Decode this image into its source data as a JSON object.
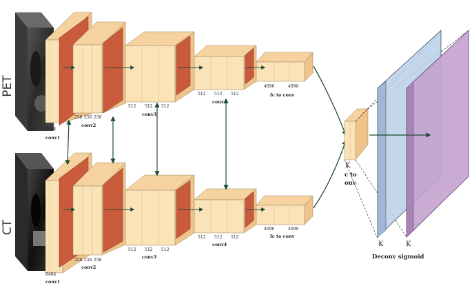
{
  "rows": {
    "pet_label": "PET",
    "ct_label": "CT"
  },
  "pet": {
    "conv1_channels": "6464",
    "conv1": "conv1",
    "conv2_channels": [
      "256",
      "256",
      "256"
    ],
    "conv2": "conv2",
    "conv3_channels": [
      "512",
      "512",
      "512"
    ],
    "conv3": "conv3",
    "conv4_channels": [
      "512",
      "512",
      "512"
    ],
    "conv4": "conv4",
    "fc_channels": [
      "4096",
      "4096"
    ],
    "fc": "fc to conv"
  },
  "ct": {
    "conv1_channels": "6464",
    "conv1": "conv1",
    "conv2_channels": [
      "256",
      "256",
      "256"
    ],
    "conv2": "conv2",
    "conv3_channels": [
      "512",
      "512",
      "512"
    ],
    "conv3": "conv3",
    "conv4_channels": [
      "512",
      "512",
      "512"
    ],
    "conv4": "conv4",
    "fc_channels": [
      "4096",
      "4096"
    ],
    "fc": "fc to conv"
  },
  "fusion": {
    "k": "K",
    "label_line1": "c to",
    "label_line2": "onv"
  },
  "output": {
    "k_blue": "K",
    "k_purple": "K",
    "label": "Deconv sigmoid"
  },
  "colors": {
    "block_front": "#fbe3b8",
    "block_top": "#f6d39e",
    "block_side": "#efc48a",
    "conv_red": "#c95a3c",
    "arrow": "#1f4a34",
    "deconv_blue": "#b9cfe6",
    "sigmoid_purple": "#c4a2cf"
  }
}
